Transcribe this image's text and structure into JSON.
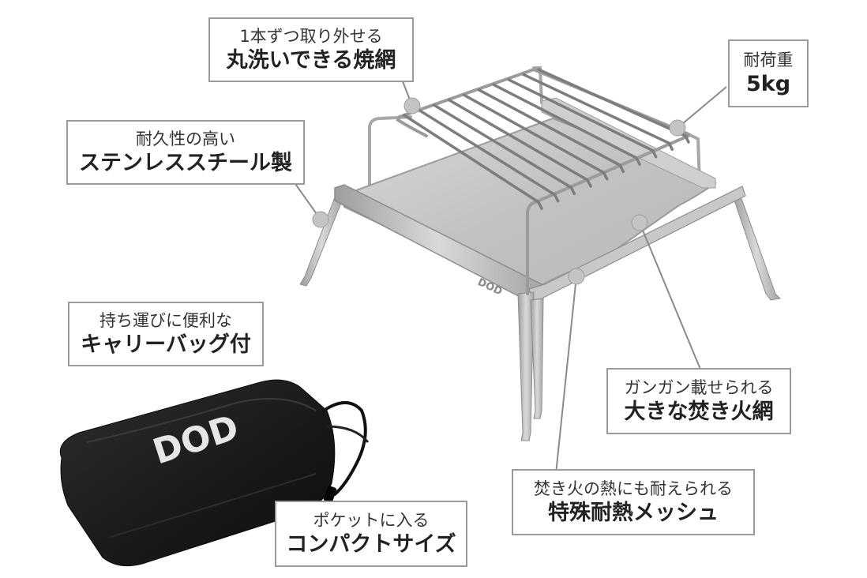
{
  "callouts": {
    "grill_grate": {
      "sub": "1本ずつ取り外せる",
      "main": "丸洗いできる焼網"
    },
    "load_capacity": {
      "sub": "耐荷重",
      "main": "5kg"
    },
    "stainless": {
      "sub": "耐久性の高い",
      "main": "ステンレススチール製"
    },
    "carry_bag": {
      "sub": "持ち運びに便利な",
      "main": "キャリーバッグ付"
    },
    "fire_net": {
      "sub": "ガンガン載せられる",
      "main": "大きな焚き火網"
    },
    "heat_mesh": {
      "sub": "焚き火の熱にも耐えられる",
      "main": "特殊耐熱メッシュ"
    },
    "compact": {
      "sub": "ポケットに入る",
      "main": "コンパクトサイズ"
    }
  },
  "product": {
    "stand_logo": "DOD",
    "bag_logo": "DOD"
  },
  "colors": {
    "callout_border": "#9a9a9a",
    "leader_line": "#8a8a8a",
    "leader_dot": "#c4c4c4",
    "steel": "#bdbdbd",
    "mesh": "#c9c9c9",
    "bag": "#1b1b1b"
  }
}
